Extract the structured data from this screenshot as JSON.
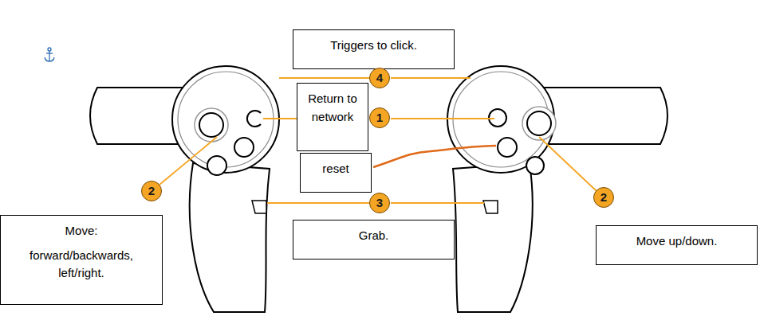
{
  "diagram": {
    "nodes": [
      {
        "text": [
          "Triggers to click."
        ]
      },
      {
        "text": [
          "Return to network"
        ]
      },
      {
        "text": [
          "reset"
        ]
      },
      {
        "text": [
          "Move:",
          "forward/backwards, left/right."
        ]
      },
      {
        "text": [
          "Grab."
        ]
      },
      {
        "text": [
          "Move up/down."
        ]
      }
    ],
    "labels": [
      "4",
      "1",
      "2",
      "2",
      "3"
    ]
  }
}
